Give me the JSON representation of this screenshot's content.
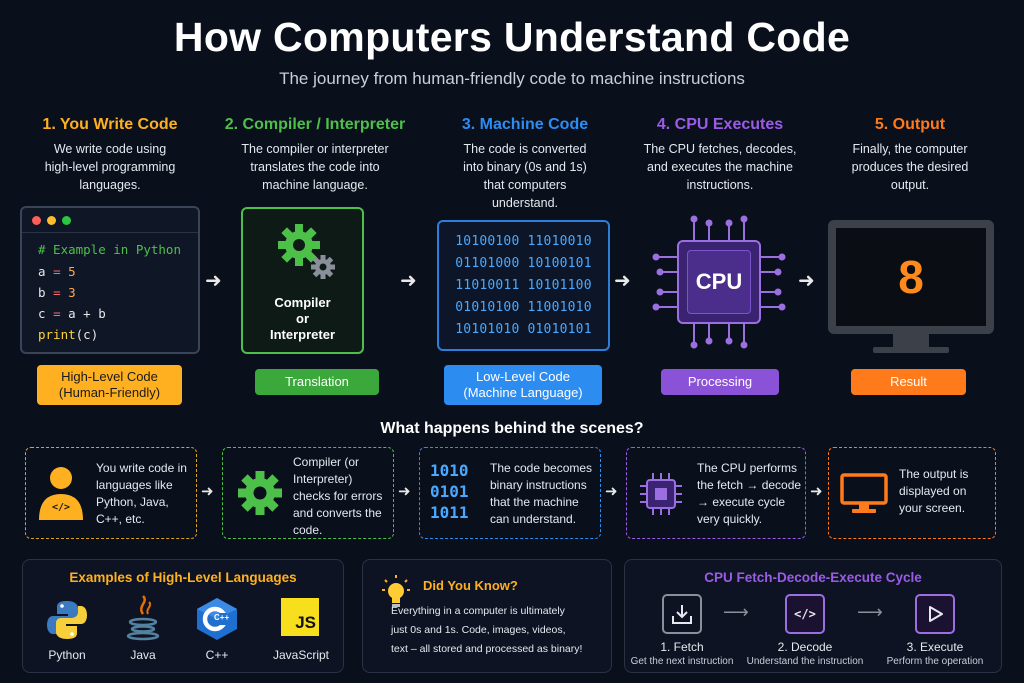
{
  "title": "How Computers Understand Code",
  "subtitle": "The journey from human-friendly code to machine instructions",
  "steps": [
    {
      "heading": "1. You Write Code",
      "desc": [
        "We write code using",
        "high-level programming",
        "languages."
      ],
      "pill": [
        "High-Level Code",
        "(Human-Friendly)"
      ],
      "color": "#ffb020"
    },
    {
      "heading": "2. Compiler / Interpreter",
      "desc": [
        "The compiler or interpreter",
        "translates the code into",
        "machine language."
      ],
      "pill": [
        "Translation"
      ],
      "color": "#4dc04a"
    },
    {
      "heading": "3. Machine Code",
      "desc": [
        "The code is converted",
        "into binary (0s and 1s)",
        "that computers",
        "understand."
      ],
      "pill": [
        "Low-Level Code",
        "(Machine Language)"
      ],
      "color": "#2d8cf0"
    },
    {
      "heading": "4. CPU Executes",
      "desc": [
        "The CPU fetches, decodes,",
        "and executes the machine",
        "instructions."
      ],
      "pill": [
        "Processing"
      ],
      "color": "#9a5ce6"
    },
    {
      "heading": "5. Output",
      "desc": [
        "Finally, the computer",
        "produces the desired",
        "output."
      ],
      "pill": [
        "Result"
      ],
      "color": "#ff7a1a"
    }
  ],
  "code_sample": {
    "comment": "# Example in Python",
    "lines": [
      {
        "v": "a",
        "op": "=",
        "rhs": "5"
      },
      {
        "v": "b",
        "op": "=",
        "rhs": "3"
      },
      {
        "v": "c",
        "op": "=",
        "rhs": "a + b"
      }
    ],
    "print_fn": "print",
    "print_arg": "(c)"
  },
  "compiler_label": [
    "Compiler",
    "or",
    "Interpreter"
  ],
  "binary_lines": [
    "10100100 11010010",
    "01101000 10100101",
    "11010011 10101100",
    "01010100 11001010",
    "10101010 01010101"
  ],
  "cpu_label": "CPU",
  "output_value": "8",
  "behind": {
    "title": "What happens behind the scenes?",
    "items": [
      {
        "text": [
          "You write code in",
          "languages like",
          "Python, Java,",
          "C++, etc."
        ],
        "color": "#e0a21c"
      },
      {
        "text": [
          "Compiler (or",
          "Interpreter)",
          "checks for errors",
          "and converts the",
          "code."
        ],
        "color": "#4dc04a"
      },
      {
        "text": [
          "The code becomes",
          "binary instructions",
          "that the machine",
          "can understand."
        ],
        "binary": [
          "1010",
          "0101",
          "1011"
        ],
        "color": "#2d8cf0"
      },
      {
        "text": [
          "The CPU performs",
          "the fetch → decode",
          "→ execute cycle",
          "very quickly."
        ],
        "color": "#9a5ce6"
      },
      {
        "text": [
          "The output is",
          "displayed on",
          "your screen."
        ],
        "color": "#ff7a1a"
      }
    ],
    "avatar_code": "</>"
  },
  "languages": {
    "title": "Examples of High-Level Languages",
    "items": [
      "Python",
      "Java",
      "C++",
      "JavaScript"
    ],
    "js_badge": "JS",
    "cpp_badge": "C++"
  },
  "did_you_know": {
    "title": "Did You Know?",
    "text": [
      "Everything in a computer is ultimately",
      "just 0s and 1s. Code, images, videos,",
      "text – all stored and processed as binary!"
    ]
  },
  "cycle": {
    "title": "CPU Fetch-Decode-Execute Cycle",
    "steps": [
      {
        "label": "1. Fetch",
        "sub": "Get the next instruction"
      },
      {
        "label": "2. Decode",
        "sub": "Understand the instruction"
      },
      {
        "label": "3. Execute",
        "sub": "Perform the operation"
      }
    ],
    "decode_icon": "</>"
  }
}
